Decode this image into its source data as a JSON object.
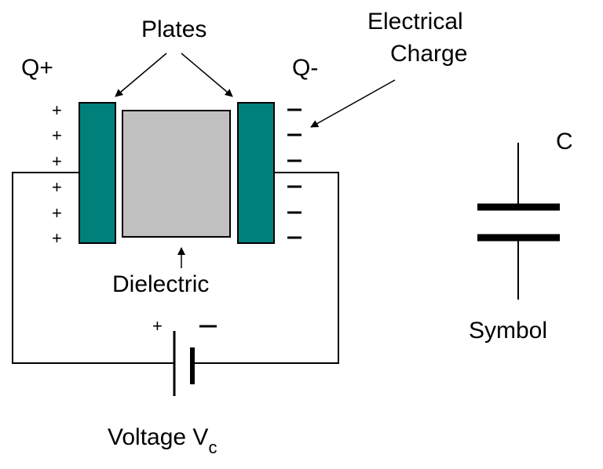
{
  "labels": {
    "plates": "Plates",
    "electrical_charge_line1": "Electrical",
    "electrical_charge_line2": "Charge",
    "q_plus": "Q+",
    "q_minus": "Q-",
    "dielectric": "Dielectric",
    "voltage": "Voltage V",
    "voltage_subscript": "c",
    "symbol_letter": "C",
    "symbol": "Symbol"
  },
  "signs": {
    "plus": "+",
    "minus": "−"
  },
  "colors": {
    "plate": "#00807a",
    "dielectric": "#c0c0c0",
    "line": "#000000"
  }
}
